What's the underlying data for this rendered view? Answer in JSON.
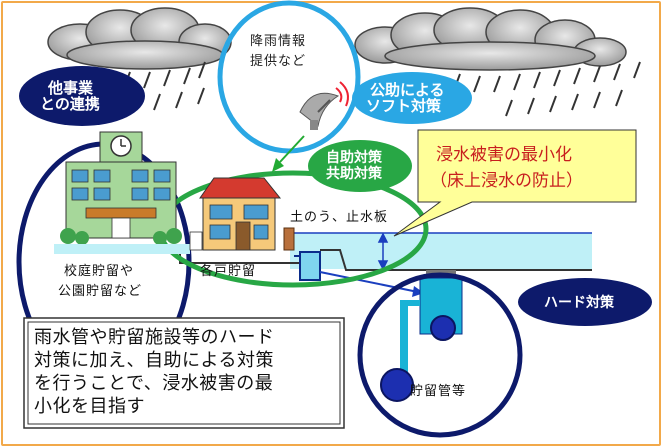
{
  "labels": {
    "rain_info_line1": "降雨情報",
    "rain_info_line2": "提供など",
    "other_business_line1": "他事業",
    "other_business_line2": "との連携",
    "public_soft_line1": "公助による",
    "public_soft_line2": "ソフト対策",
    "self_mutual_line1": "自助対策",
    "self_mutual_line2": "共助対策",
    "sandbag": "土のう、止水板",
    "each_house": "各戸貯留",
    "school_line1": "校庭貯留や",
    "school_line2": "公園貯留など",
    "hard_measures": "ハード対策",
    "storage_pipe": "貯留管等",
    "callout_line1": "浸水被害の最小化",
    "callout_line2": "（床上浸水の防止）",
    "summary_line1": "雨水管や貯留施設等のハード",
    "summary_line2": "対策に加え、自助による対策",
    "summary_line3": "を行うことで、浸水被害の最",
    "summary_line4": "小化を目指す"
  },
  "colors": {
    "frame": "#f2a94a",
    "navy": "#0d1a6b",
    "sky": "#2aa7e4",
    "green": "#28a745",
    "callout": "#ffff99",
    "callout_text": "#c81e1e",
    "water": "#bff0f7",
    "pipe": "#19b3d6"
  },
  "icons": [
    "rain-cloud-icon",
    "school-building-icon",
    "house-icon",
    "satellite-dish-icon",
    "storage-pipe-icon"
  ]
}
